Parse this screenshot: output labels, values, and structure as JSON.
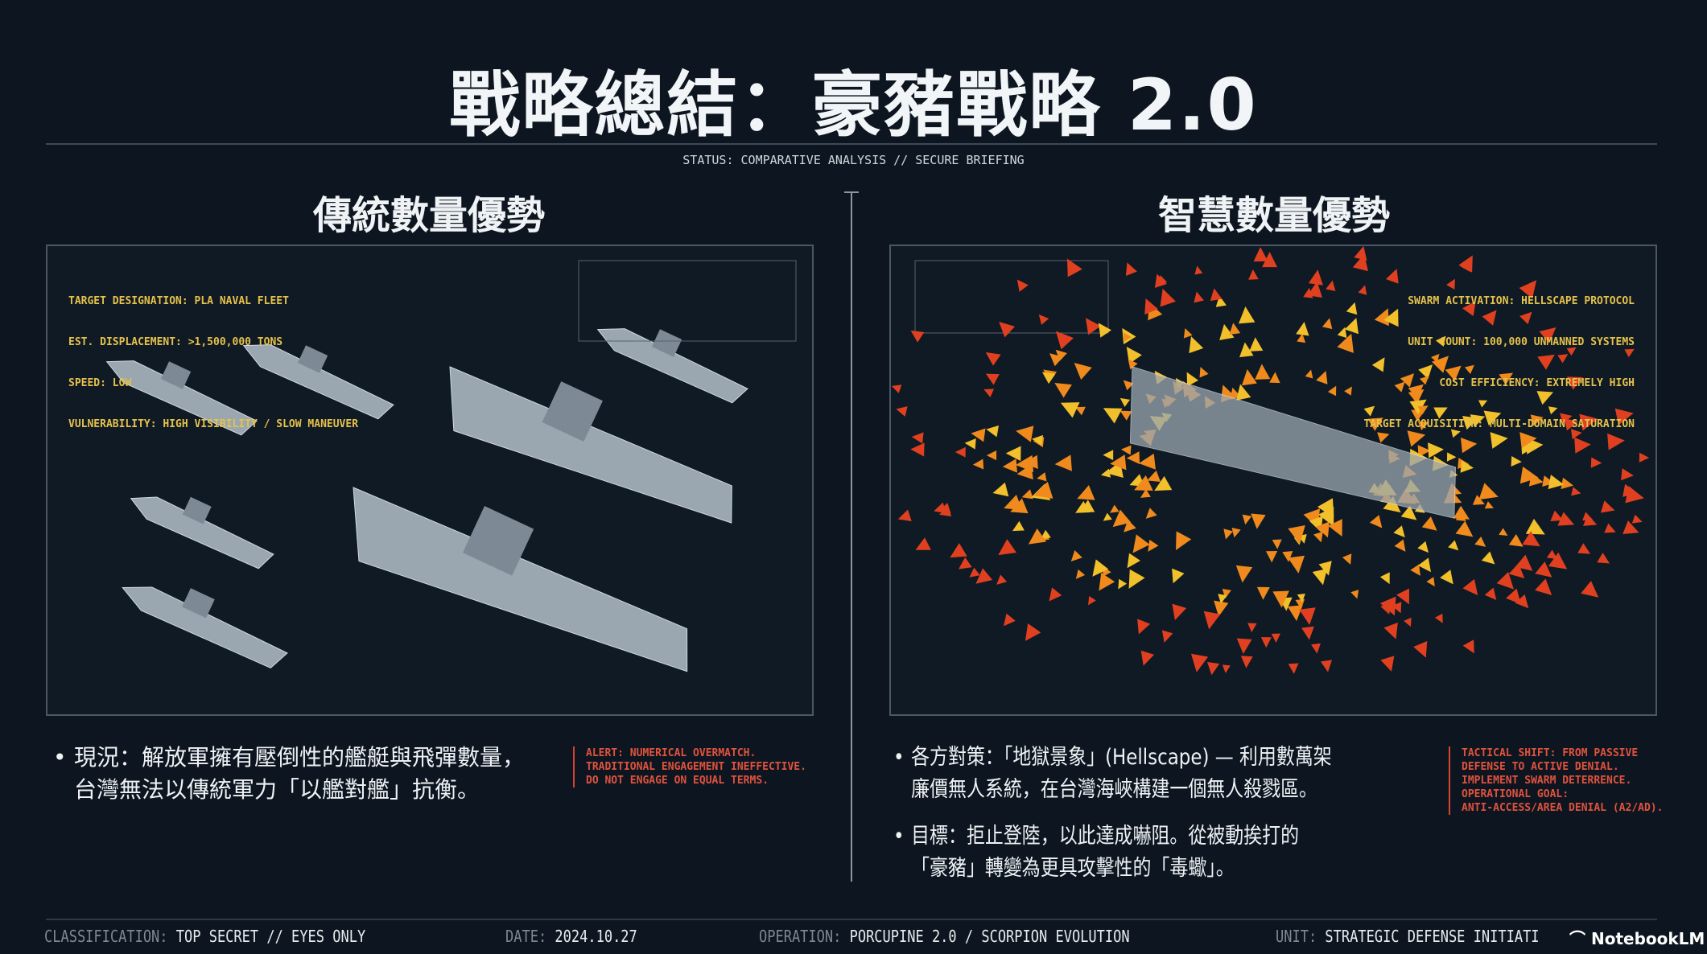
{
  "title": "戰略總結：豪豬戰略 2.0",
  "status": "STATUS: COMPARATIVE ANALYSIS // SECURE BRIEFING",
  "left": {
    "heading": "傳統數量優勢",
    "spec": [
      "TARGET DESIGNATION: PLA NAVAL FLEET",
      "EST. DISPLACEMENT: >1,500,000 TONS",
      "SPEED: LOW",
      "VULNERABILITY: HIGH VISIBILITY / SLOW MANEUVER"
    ],
    "bullet": [
      "現況：解放軍擁有壓倒性的艦艇與飛彈數量，",
      "台灣無法以傳統軍力「以艦對艦」抗衡。"
    ],
    "alert": [
      "ALERT: NUMERICAL OVERMATCH.",
      "TRADITIONAL ENGAGEMENT INEFFECTIVE.",
      "DO NOT ENGAGE ON EQUAL TERMS."
    ]
  },
  "right": {
    "heading": "智慧數量優勢",
    "spec": [
      "SWARM ACTIVATION: HELLSCAPE PROTOCOL",
      "UNIT COUNT: 100,000 UNMANNED SYSTEMS",
      "COST EFFICIENCY: EXTREMELY HIGH",
      "TARGET ACQUISITION: MULTI-DOMAIN SATURATION"
    ],
    "bullets": [
      [
        "各方對策：「地獄景象」(Hellscape) — 利用數萬架",
        "廉價無人系統，在台灣海峽構建一個無人殺戮區。"
      ],
      [
        "目標：拒止登陸，以此達成嚇阻。從被動挨打的",
        "「豪豬」轉變為更具攻擊性的「毒蠍」。"
      ]
    ],
    "alert": [
      "TACTICAL SHIFT: FROM PASSIVE",
      "DEFENSE TO ACTIVE DENIAL.",
      "IMPLEMENT SWARM DETERRENCE.",
      "OPERATIONAL GOAL:",
      "ANTI-ACCESS/AREA DENIAL (A2/AD)."
    ]
  },
  "footer": {
    "classification_k": "CLASSIFICATION:",
    "classification_v": "TOP SECRET // EYES ONLY",
    "date_k": "DATE:",
    "date_v": "2024.10.27",
    "operation_k": "OPERATION:",
    "operation_v": "PORCUPINE 2.0 / SCORPION EVOLUTION",
    "unit_k": "UNIT:",
    "unit_v": "STRATEGIC DEFENSE INITIATI"
  },
  "logo": "NotebookLM",
  "colors": {
    "bg": "#0d1620",
    "spec": "#e6c24a",
    "alert": "#e0523e",
    "swarm_yellow": "#f2c02a",
    "swarm_red": "#e0401f",
    "ship": "#9aa6b0"
  }
}
